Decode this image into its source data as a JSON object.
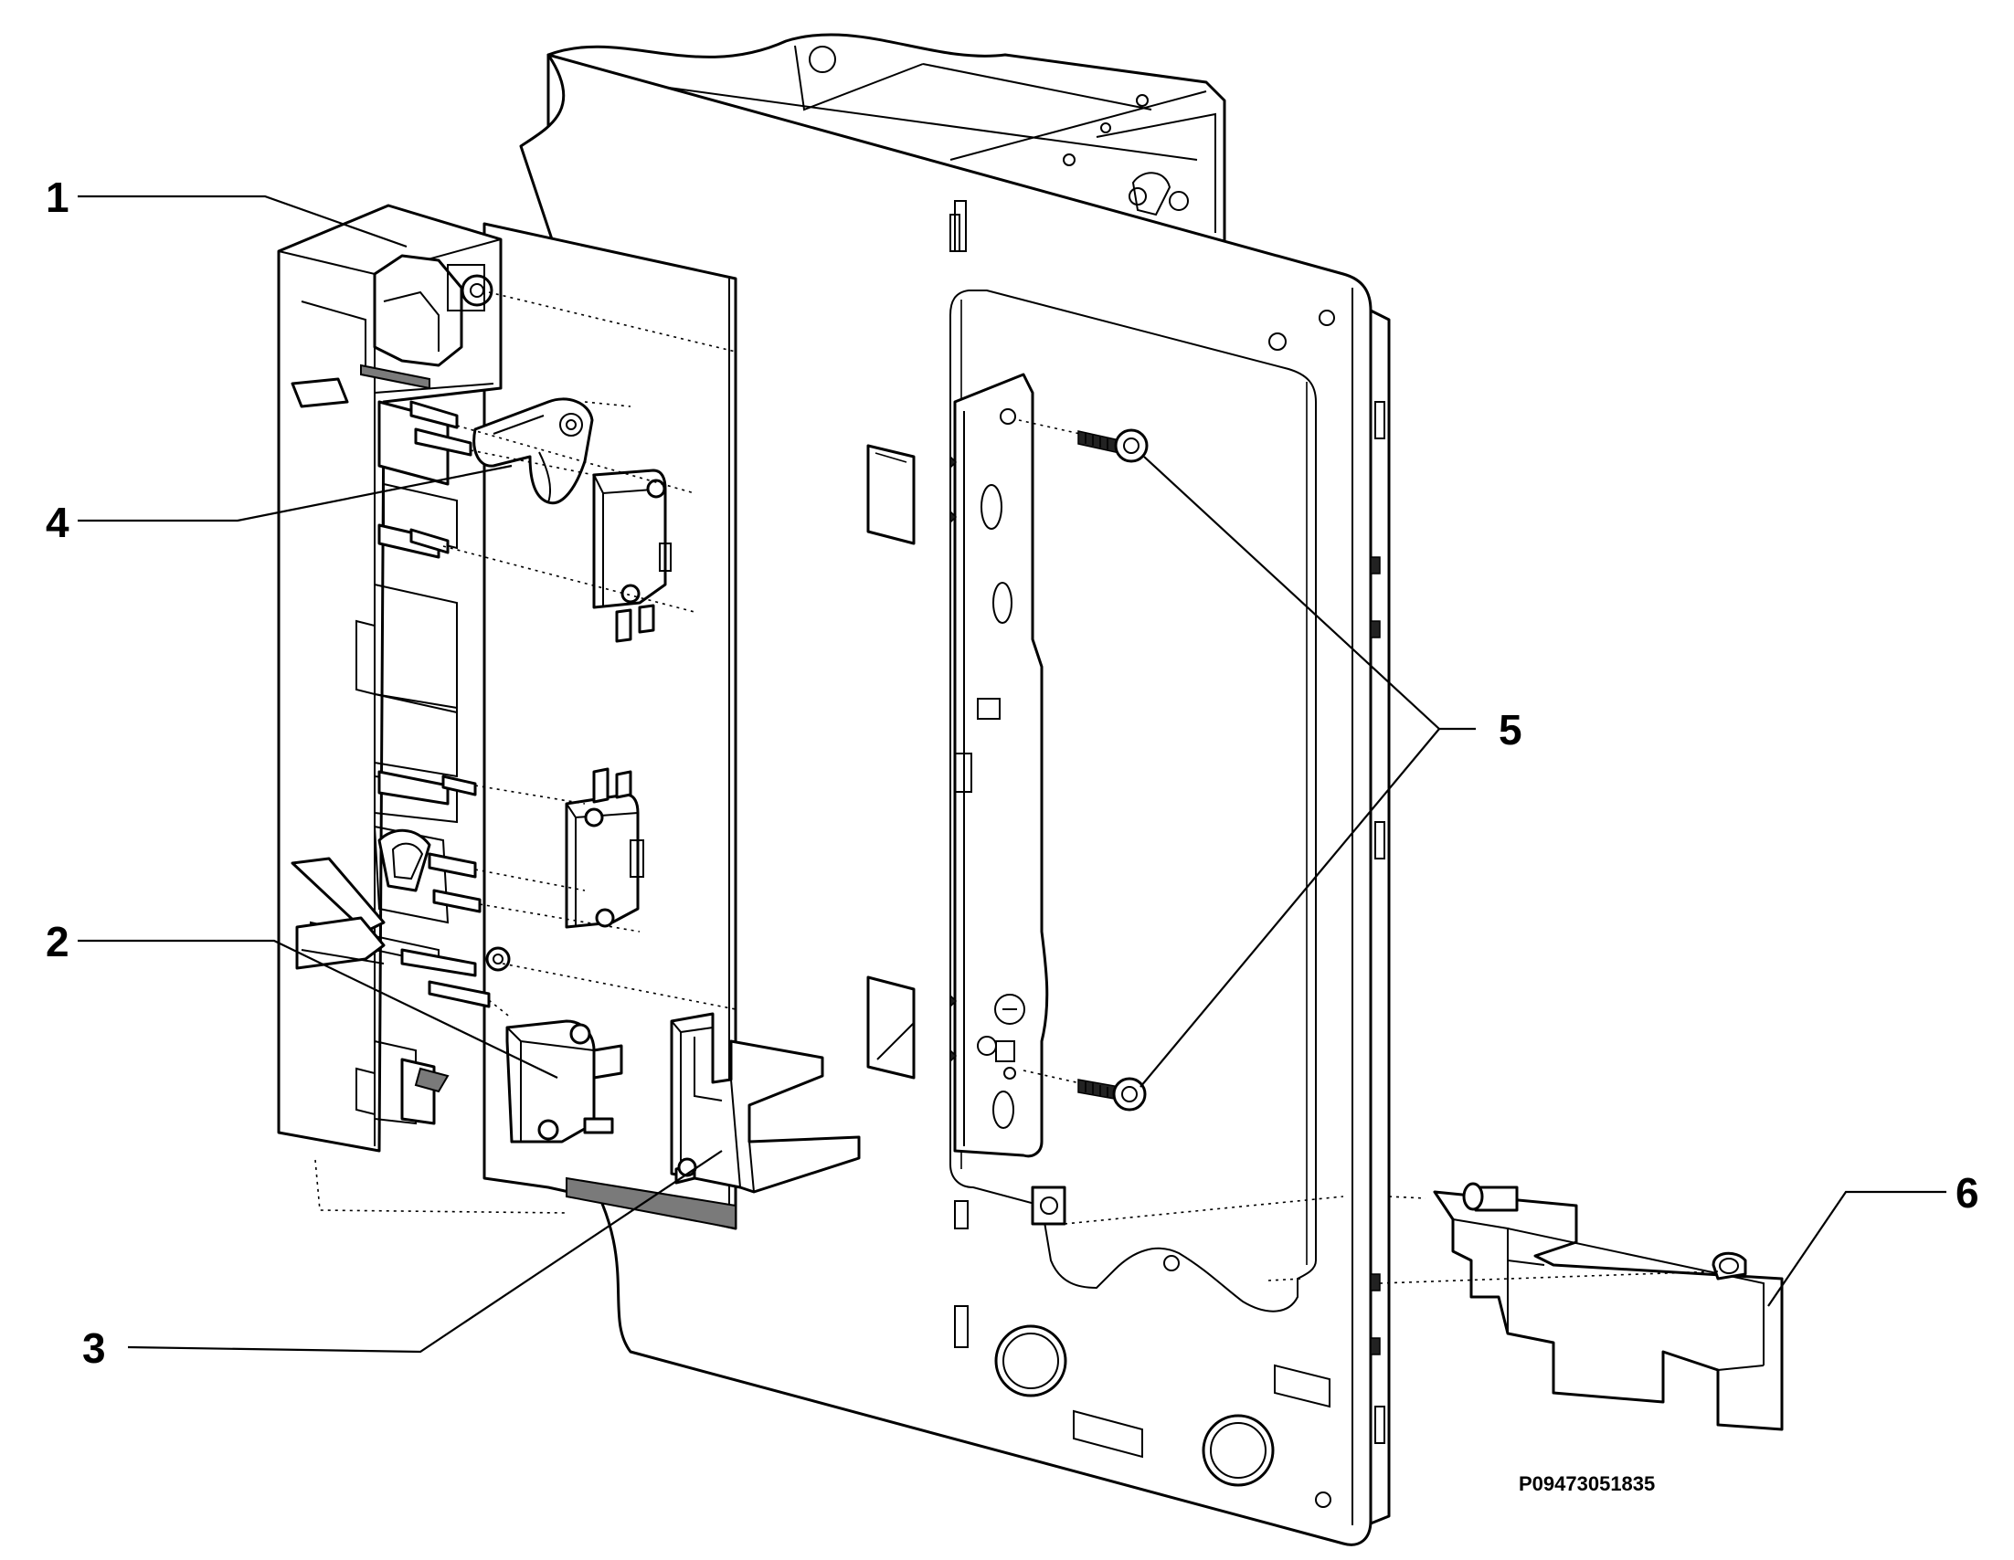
{
  "callouts": [
    {
      "number": "1"
    },
    {
      "number": "2"
    },
    {
      "number": "3"
    },
    {
      "number": "4"
    },
    {
      "number": "5"
    },
    {
      "number": "6"
    }
  ],
  "reference_code": "P09473051835",
  "colors": {
    "line": "#000000",
    "background": "#ffffff",
    "shade": "#7a7a7a"
  }
}
